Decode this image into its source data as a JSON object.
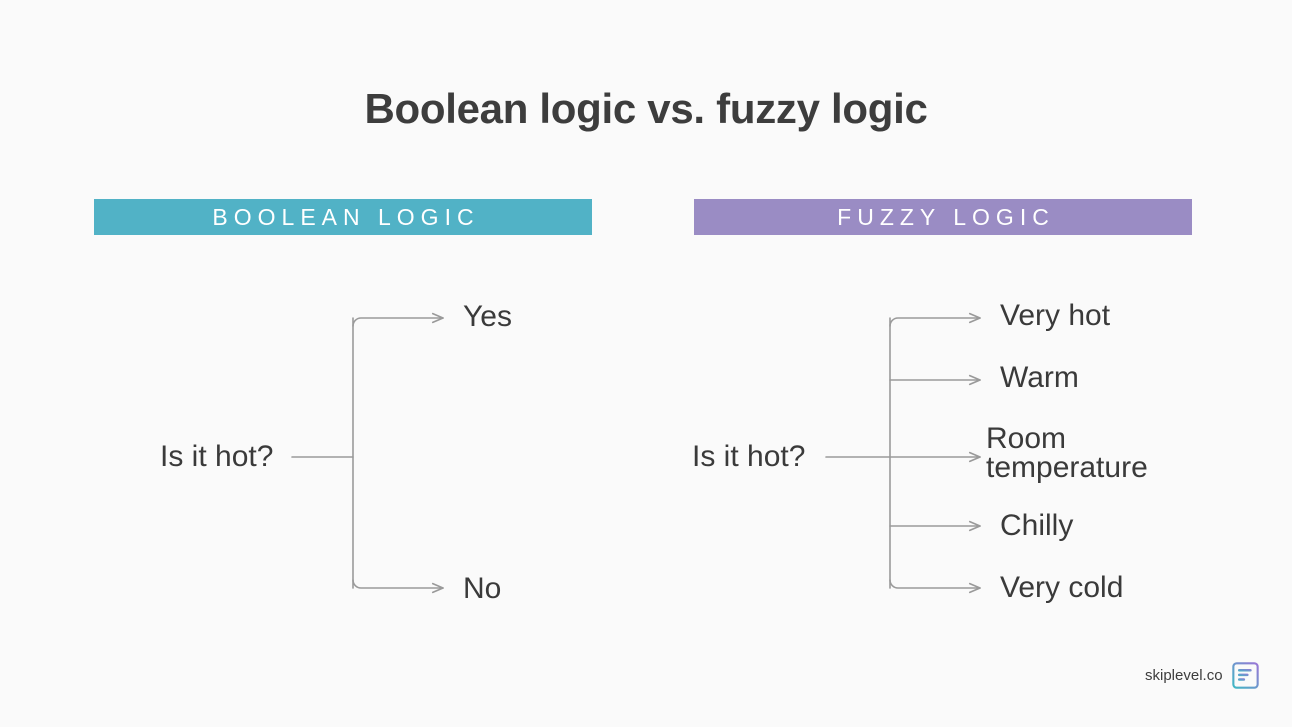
{
  "page": {
    "title": "Boolean logic vs. fuzzy logic",
    "background_color": "#fafafa",
    "text_color": "#3a3a3a"
  },
  "columns": [
    {
      "id": "boolean",
      "header_label": "BOOLEAN LOGIC",
      "header_color": "#51b2c6",
      "root_label": "Is it hot?",
      "branches": [
        {
          "label": "Yes"
        },
        {
          "label": "No"
        }
      ]
    },
    {
      "id": "fuzzy",
      "header_label": "FUZZY LOGIC",
      "header_color": "#9a8cc4",
      "root_label": "Is it hot?",
      "branches": [
        {
          "label": "Very hot"
        },
        {
          "label": "Warm"
        },
        {
          "label": "Room temperature"
        },
        {
          "label": "Chilly"
        },
        {
          "label": "Very cold"
        }
      ]
    }
  ],
  "connectors": {
    "line_color": "#9a9a9a",
    "arrow_style": "open-chevron"
  },
  "footer": {
    "brand": "skiplevel.co",
    "logo_icon": "document-lines-icon",
    "logo_gradient_from": "#3fb8c4",
    "logo_gradient_to": "#9a76d6"
  }
}
